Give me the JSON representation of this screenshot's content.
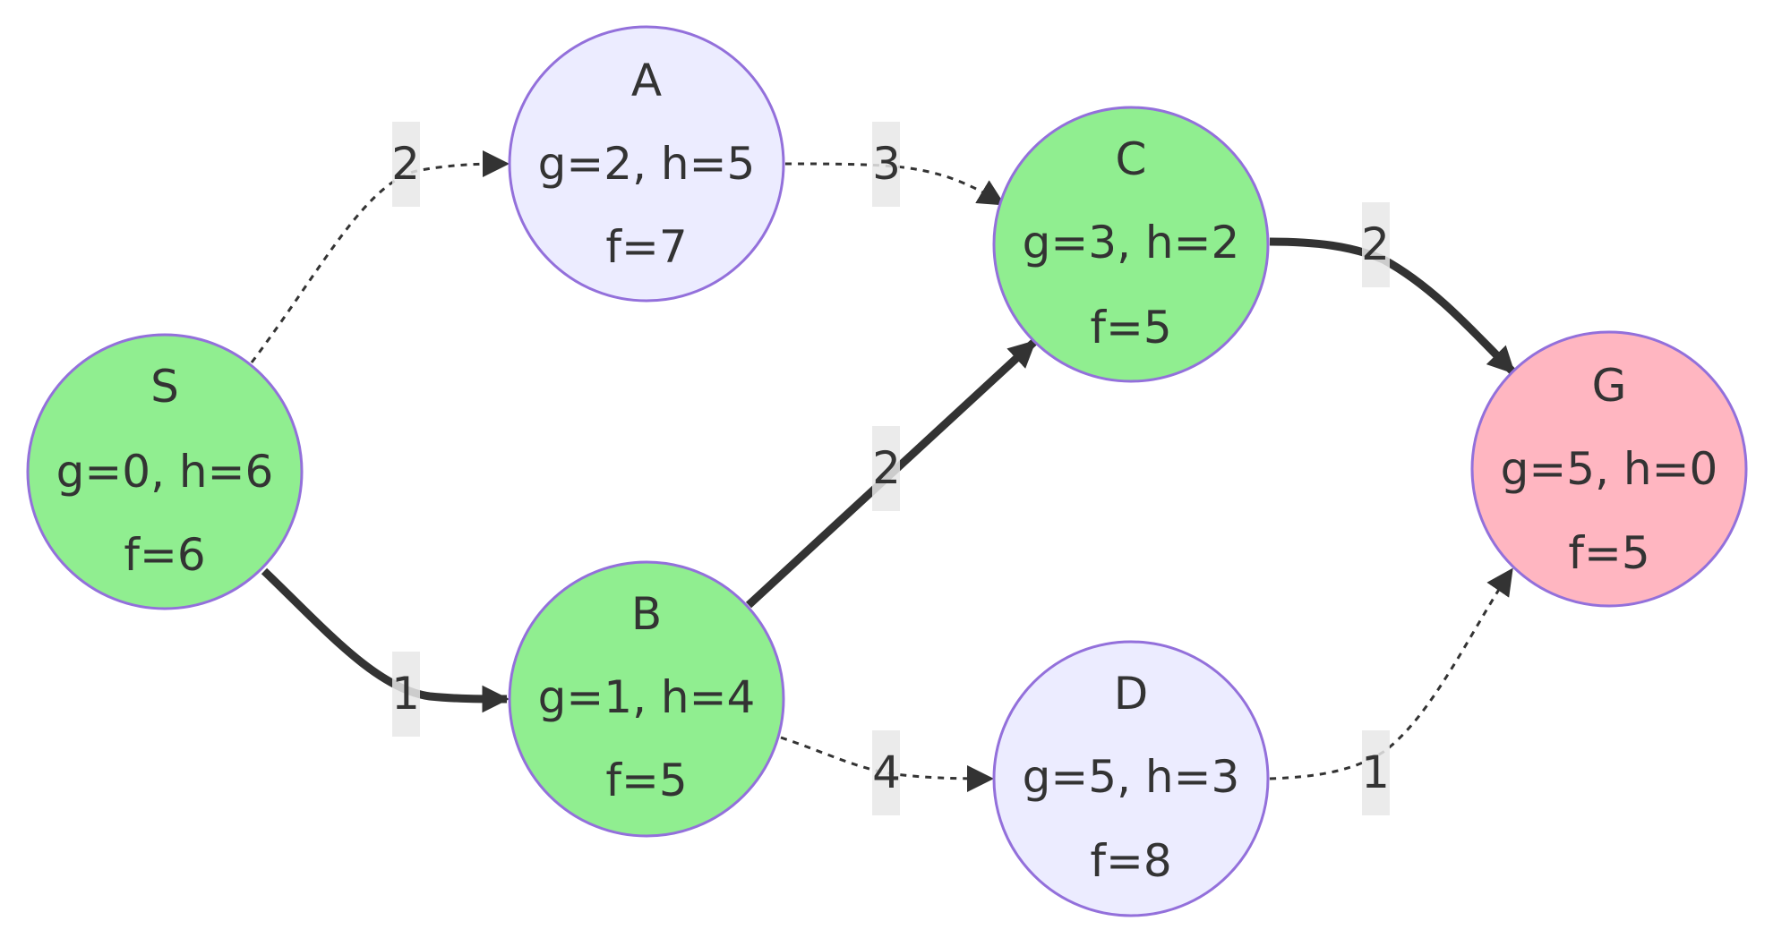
{
  "diagram": {
    "type": "A* search graph",
    "colors": {
      "on_path_fill": "#90EE90",
      "unexplored_fill": "#ECECFF",
      "goal_fill": "#FFB6C1",
      "node_stroke": "#9370DB",
      "edge": "#333333",
      "edge_label_bg": "#e8e8e8"
    },
    "nodes": [
      {
        "id": "S",
        "name": "S",
        "values": "g=0, h=6",
        "f": "f=6",
        "status": "on_path"
      },
      {
        "id": "A",
        "name": "A",
        "values": "g=2, h=5",
        "f": "f=7",
        "status": "unexplored"
      },
      {
        "id": "B",
        "name": "B",
        "values": "g=1, h=4",
        "f": "f=5",
        "status": "on_path"
      },
      {
        "id": "C",
        "name": "C",
        "values": "g=3, h=2",
        "f": "f=5",
        "status": "on_path"
      },
      {
        "id": "D",
        "name": "D",
        "values": "g=5, h=3",
        "f": "f=8",
        "status": "unexplored"
      },
      {
        "id": "G",
        "name": "G",
        "values": "g=5, h=0",
        "f": "f=5",
        "status": "goal"
      }
    ],
    "edges": [
      {
        "from": "S",
        "to": "A",
        "weight": "2",
        "style": "dashed"
      },
      {
        "from": "A",
        "to": "C",
        "weight": "3",
        "style": "dashed"
      },
      {
        "from": "S",
        "to": "B",
        "weight": "1",
        "style": "solid"
      },
      {
        "from": "B",
        "to": "C",
        "weight": "2",
        "style": "solid"
      },
      {
        "from": "B",
        "to": "D",
        "weight": "4",
        "style": "dashed"
      },
      {
        "from": "C",
        "to": "G",
        "weight": "2",
        "style": "solid"
      },
      {
        "from": "D",
        "to": "G",
        "weight": "1",
        "style": "dashed"
      }
    ]
  }
}
